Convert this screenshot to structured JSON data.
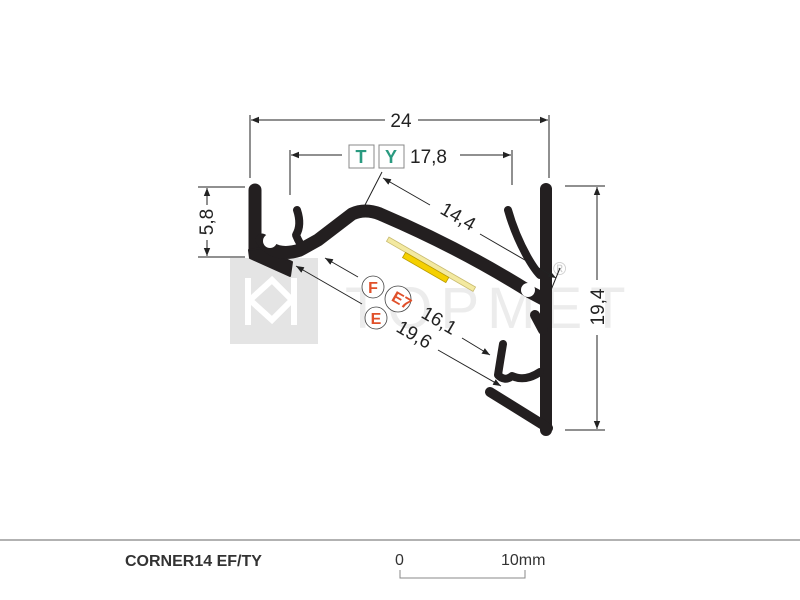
{
  "dimensions": {
    "width_total": "24",
    "width_inner": "17,8",
    "height_left": "5,8",
    "height_total": "19,4",
    "diag_top": "14,4",
    "diag_mid": "16,1",
    "diag_bottom": "19,6"
  },
  "cover_codes": {
    "t": "T",
    "y": "Y"
  },
  "diffuser_codes": {
    "f": "F",
    "e7": "E7",
    "e": "E"
  },
  "watermark": {
    "brand": "TOPMET",
    "registered": "®"
  },
  "footer": {
    "product_name": "CORNER14 EF/TY",
    "scale_start": "0",
    "scale_end": "10mm"
  },
  "colors": {
    "profile": "#231f20",
    "code_red": "#e0502a",
    "code_teal": "#2a9a80",
    "led_strip": "#f3e9a0",
    "led_chip": "#f5d000"
  }
}
